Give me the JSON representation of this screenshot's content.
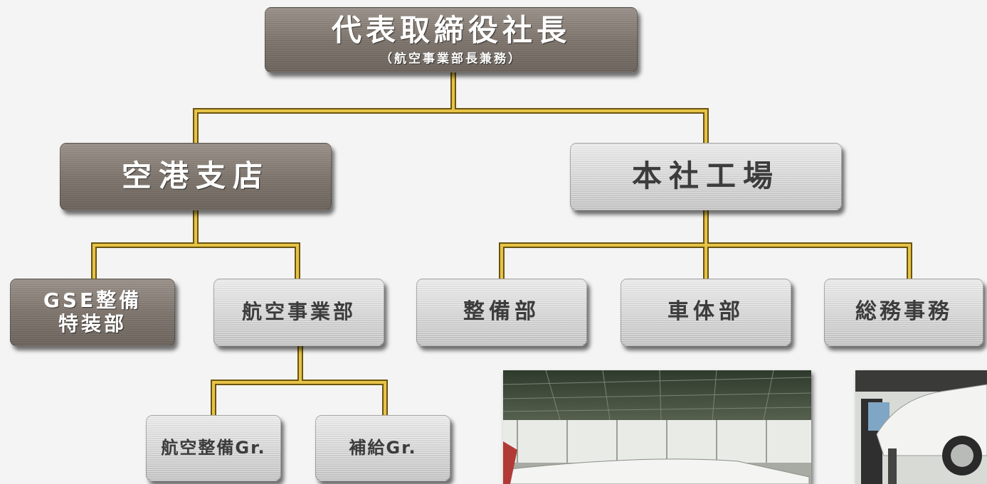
{
  "org_chart": {
    "ceo": {
      "title": "代表取締役社長",
      "subtitle": "（航空事業部長兼務）"
    },
    "airport_branch": {
      "label": "空港支店",
      "gse": {
        "line1": "GSE整備",
        "line2": "特装部"
      },
      "aviation_division": "航空事業部",
      "aviation_maintenance": "航空整備Gr.",
      "supply": "補給Gr."
    },
    "head_office_factory": {
      "label": "本社工場",
      "maintenance": "整備部",
      "body_shop": "車体部",
      "general_affairs": "総務事務"
    }
  },
  "colors": {
    "connector": "#d9b43a",
    "connector_dark": "#6b5410",
    "dark_box": "#80776f",
    "light_box": "#d6d6d6"
  }
}
